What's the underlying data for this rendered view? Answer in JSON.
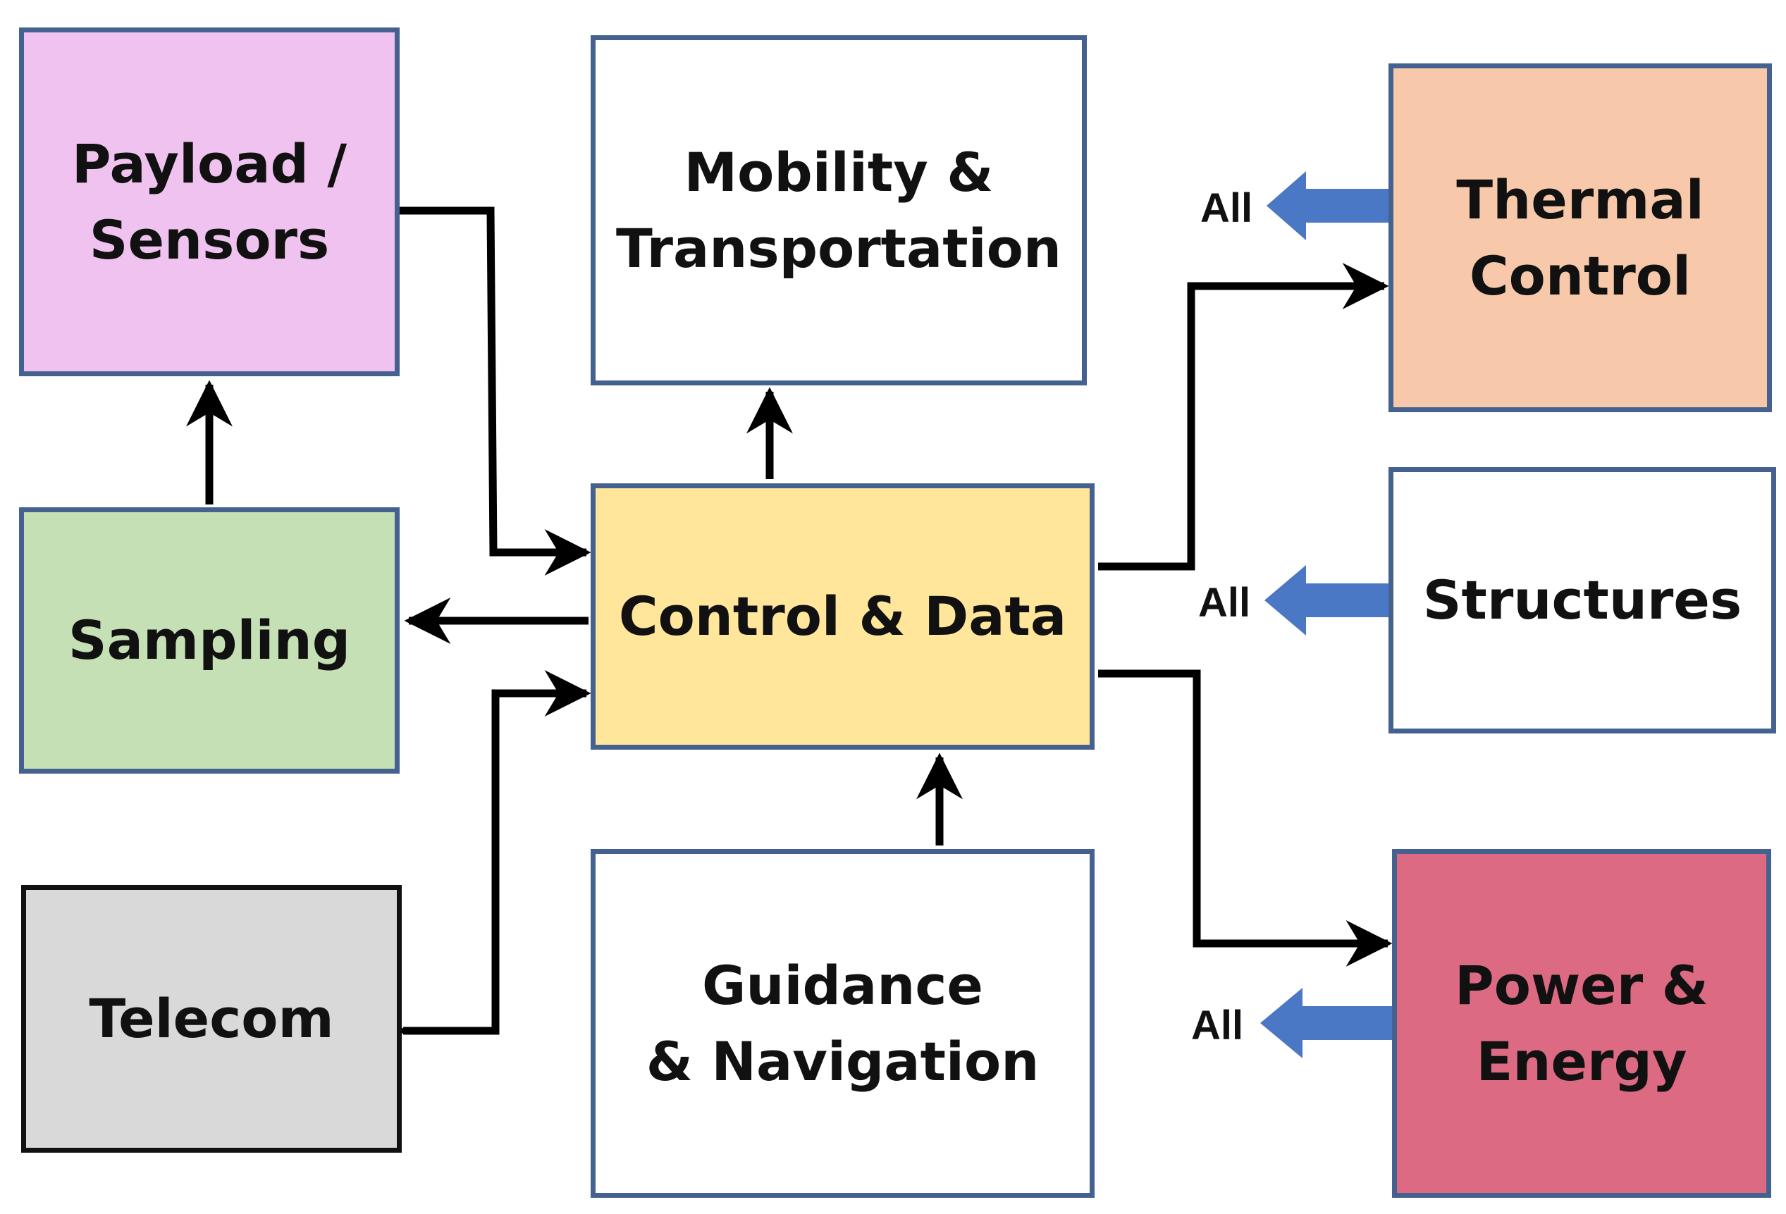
{
  "boxes": {
    "payload": "Payload /\nSensors",
    "mobility": "Mobility &\nTransportation",
    "thermal": "Thermal\nControl",
    "sampling": "Sampling",
    "control": "Control & Data",
    "structures": "Structures",
    "telecom": "Telecom",
    "guidance": "Guidance\n& Navigation",
    "power": "Power &\nEnergy"
  },
  "all_label": "All",
  "colors": {
    "payload": "#f0c2ef",
    "thermal": "#f7c9aa",
    "sampling": "#c5e0b5",
    "control": "#ffe69a",
    "telecom": "#d9d9d9",
    "power": "#dc6a82",
    "box_border": "#44618f",
    "connector": "#000000",
    "all_arrow": "#4a78c4"
  }
}
